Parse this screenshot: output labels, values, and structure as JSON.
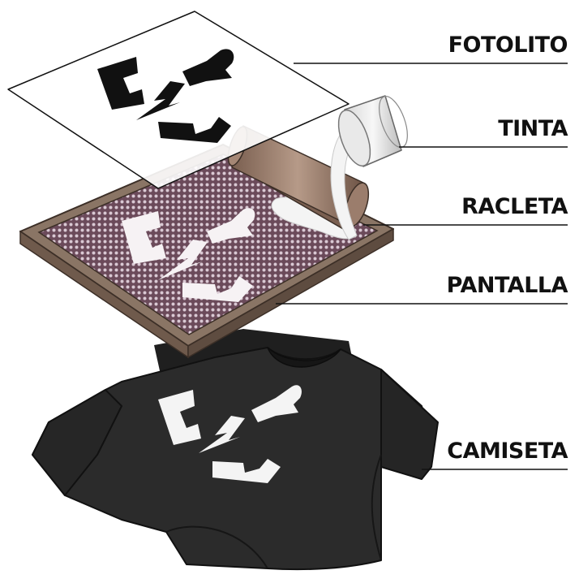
{
  "labels": {
    "fotolito": "FOTOLITO",
    "tinta": "TINTA",
    "racleta": "RACLETA",
    "pantalla": "PANTALLA",
    "camiseta": "CAMISETA"
  },
  "colors": {
    "frame": "#8a7565",
    "frame_dark": "#5e4c40",
    "mesh": "#6b4a5a",
    "mesh_dot": "#d9c8d3",
    "shirt": "#2b2b2b",
    "shirt_dark": "#1c1c1c",
    "ink": "#f4f4f4",
    "squeegee": "#9b7d6c",
    "line": "#111111"
  },
  "icons": {
    "design_shapes": "wave-lightning-bowl-emblem"
  }
}
